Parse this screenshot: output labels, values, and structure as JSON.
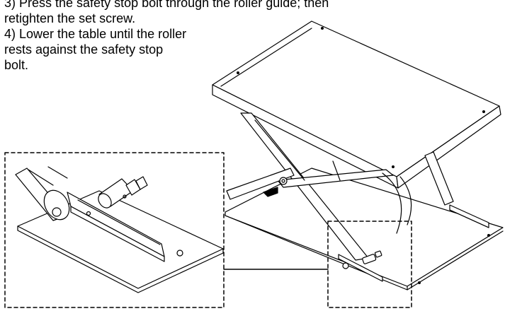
{
  "instructions": {
    "step3_line1": "3) Press the safety stop bolt through the roller guide; then",
    "step3_line2": "retighten the set screw.",
    "step4_line1": "4) Lower the table until the roller",
    "step4_line2": "rests against the safety stop",
    "step4_line3": "bolt."
  },
  "colors": {
    "line": "#000000",
    "background": "#ffffff",
    "callout_border": "#000000"
  },
  "icons": {
    "callout_marker": "dashed-rectangle",
    "leader": "connector-line"
  }
}
